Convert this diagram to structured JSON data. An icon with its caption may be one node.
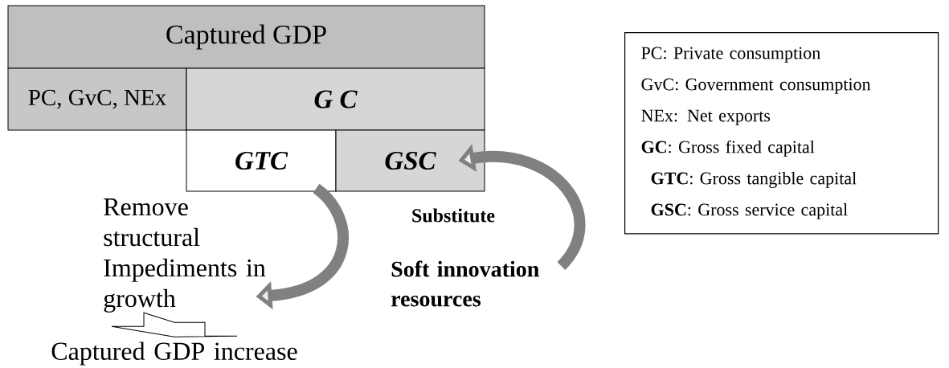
{
  "diagram": {
    "nodes": [
      {
        "text": [
          "Captured GDP"
        ]
      },
      {
        "text": [
          "PC, GvC, NEx"
        ]
      },
      {
        "text": [
          "G C"
        ]
      },
      {
        "text": [
          "GTC"
        ]
      },
      {
        "text": [
          "GSC"
        ]
      },
      {
        "text": [
          "Remove structural Impediments in growth"
        ]
      },
      {
        "text": [
          "Captured GDP increase"
        ]
      },
      {
        "text": [
          "Soft innovation resources"
        ]
      },
      {
        "text": [
          "PC: Private consumption",
          "GvC: Government consumption",
          "NEx: Net exports",
          "**GC**: Gross fixed capital",
          "**GTC**: Gross tangible capital",
          "**GSC**: Gross service capital"
        ]
      }
    ],
    "edges": [
      {
        "from": 3,
        "to": 5,
        "arrow": "to"
      },
      {
        "from": 7,
        "to": 4,
        "arrow": "to",
        "label": "Substitute"
      },
      {
        "from": 5,
        "to": 6,
        "arrow": "to"
      }
    ]
  }
}
